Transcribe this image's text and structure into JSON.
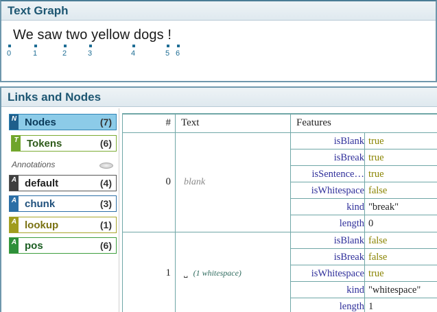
{
  "text_graph": {
    "title": "Text Graph",
    "sentence": "We saw two yellow dogs !",
    "offsets": [
      "0",
      "1",
      "2",
      "3",
      "4",
      "5",
      "6"
    ]
  },
  "links_nodes": {
    "title": "Links and Nodes",
    "sidebar": {
      "nodes": {
        "badge": "N",
        "label": "Nodes",
        "count": "(7)"
      },
      "tokens": {
        "badge": "T",
        "label": "Tokens",
        "count": "(6)"
      },
      "annotations_label": "Annotations",
      "annotations": [
        {
          "badge": "A",
          "label": "default",
          "count": "(4)"
        },
        {
          "badge": "A",
          "label": "chunk",
          "count": "(3)"
        },
        {
          "badge": "A",
          "label": "lookup",
          "count": "(1)"
        },
        {
          "badge": "A",
          "label": "pos",
          "count": "(6)"
        }
      ]
    },
    "table": {
      "headers": {
        "num": "#",
        "text": "Text",
        "features": "Features"
      },
      "rows": [
        {
          "num": "0",
          "text": "blank",
          "features": [
            {
              "name": "isBlank",
              "value": "true"
            },
            {
              "name": "isBreak",
              "value": "true"
            },
            {
              "name": "isSentence…",
              "value": "true"
            },
            {
              "name": "isWhitespace",
              "value": "false"
            },
            {
              "name": "kind",
              "value": "\"break\""
            },
            {
              "name": "length",
              "value": "0"
            }
          ]
        },
        {
          "num": "1",
          "text_mark": "˽",
          "text_note": "(1 whitespace)",
          "features": [
            {
              "name": "isBlank",
              "value": "false"
            },
            {
              "name": "isBreak",
              "value": "false"
            },
            {
              "name": "isWhitespace",
              "value": "true"
            },
            {
              "name": "kind",
              "value": "\"whitespace\""
            },
            {
              "name": "length",
              "value": "1"
            }
          ]
        }
      ]
    }
  }
}
